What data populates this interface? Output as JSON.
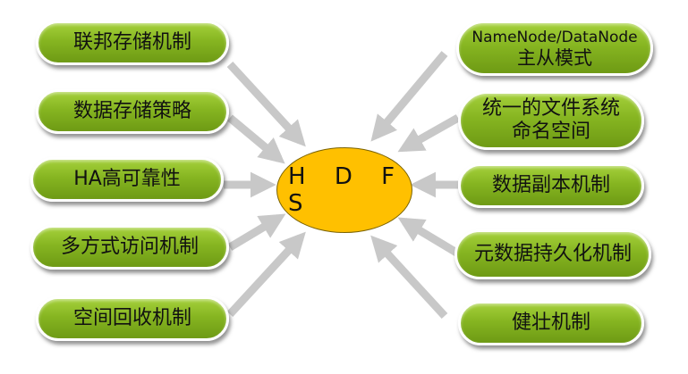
{
  "center": {
    "label": "H D F S"
  },
  "left_items": [
    {
      "lines": [
        "联邦存储机制"
      ]
    },
    {
      "lines": [
        "数据存储策略"
      ]
    },
    {
      "lines": [
        "HA高可靠性"
      ]
    },
    {
      "lines": [
        "多方式访问机制"
      ]
    },
    {
      "lines": [
        "空间回收机制"
      ]
    }
  ],
  "right_items": [
    {
      "lines": [
        "NameNode/DataNode",
        "主从模式"
      ]
    },
    {
      "lines": [
        "统一的文件系统",
        "命名空间"
      ]
    },
    {
      "lines": [
        "数据副本机制"
      ]
    },
    {
      "lines": [
        "元数据持久化机制"
      ]
    },
    {
      "lines": [
        "健壮机制"
      ]
    }
  ],
  "colors": {
    "pill_fill": "#86b521",
    "center_fill": "#ffc000",
    "arrow": "#c8c8c8"
  }
}
